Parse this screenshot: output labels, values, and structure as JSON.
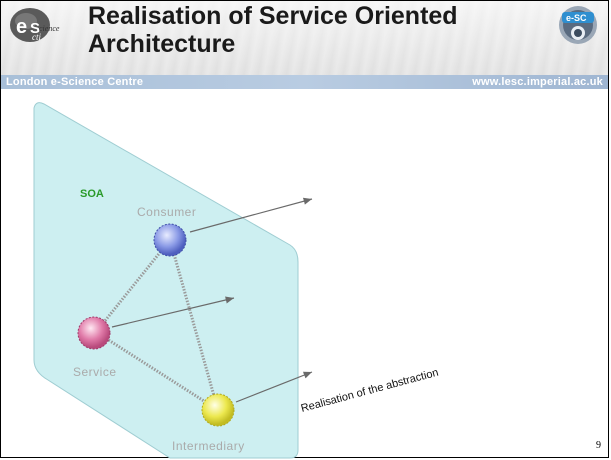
{
  "slide": {
    "title": "Realisation of Service Oriented Architecture",
    "page_number": "9"
  },
  "header": {
    "left_logo_text": "e-Science",
    "right_logo_text": "e-SC",
    "band_left": "London e-Science Centre",
    "band_right": "www.lesc.imperial.ac.uk"
  },
  "diagram": {
    "plane_label": "SOA",
    "nodes": {
      "consumer": "Consumer",
      "service": "Service",
      "intermediary": "Intermediary"
    },
    "arrow_label": "Realisation of the abstraction"
  },
  "colors": {
    "plane_fill": "#cdeff1",
    "soa_label": "#2a9a2a",
    "consumer_node": "#6b7fd6",
    "service_node": "#d6689a",
    "intermediary_node": "#e6e24a",
    "header_band": "#a8bfd8"
  }
}
